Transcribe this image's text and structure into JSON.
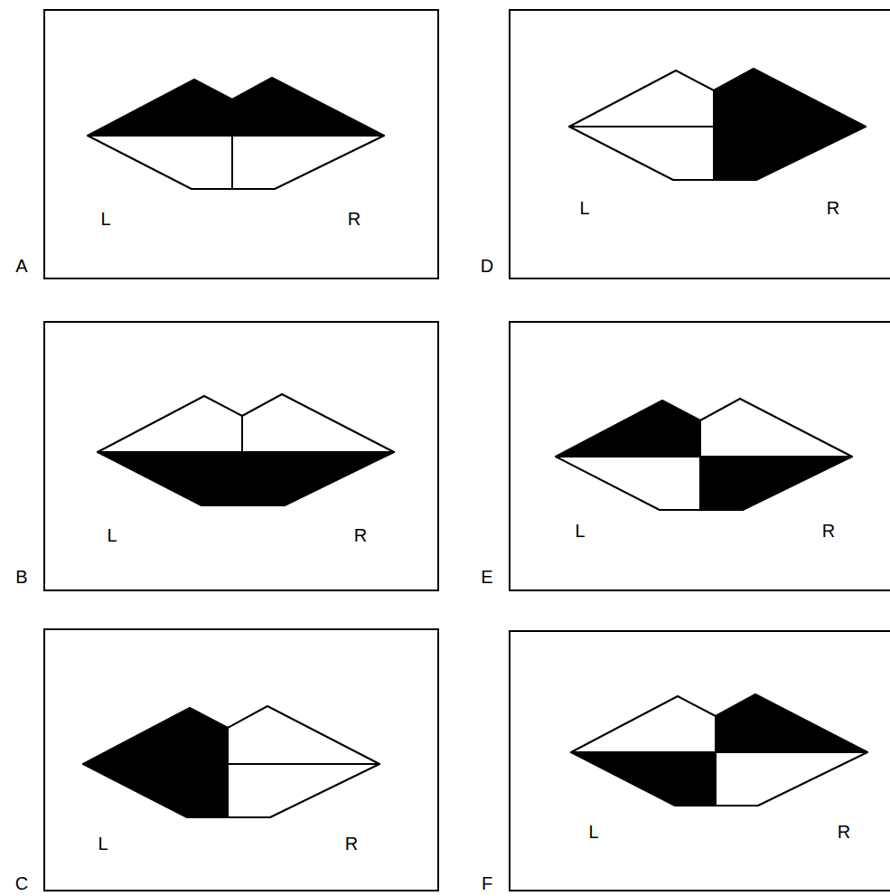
{
  "diagram": {
    "nodes": [
      {
        "text": [
          "A",
          "L",
          "R"
        ]
      },
      {
        "text": [
          "B",
          "L",
          "R"
        ]
      },
      {
        "text": [
          "C",
          "L",
          "R"
        ]
      },
      {
        "text": [
          "D",
          "L",
          "R"
        ]
      },
      {
        "text": [
          "E",
          "L",
          "R"
        ]
      },
      {
        "text": [
          "F",
          "L",
          "R"
        ]
      }
    ]
  }
}
